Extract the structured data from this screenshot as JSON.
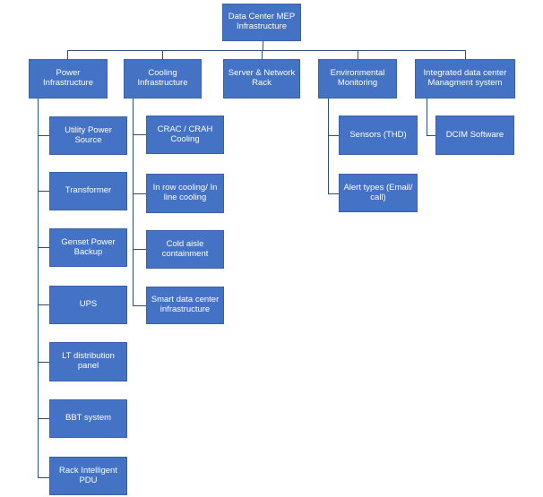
{
  "colors": {
    "node_fill": "#4472C4",
    "node_text": "#FFFFFF",
    "connector": "#2F4F7A"
  },
  "root": {
    "label": "Data Center MEP Infrastructure"
  },
  "branches": [
    {
      "label": "Power Infrastructure",
      "children": [
        {
          "label": "Utility Power Source"
        },
        {
          "label": "Transformer"
        },
        {
          "label": "Genset Power Backup"
        },
        {
          "label": "UPS"
        },
        {
          "label": "LT distribution panel"
        },
        {
          "label": "BBT system"
        },
        {
          "label": "Rack Intelligent PDU"
        }
      ]
    },
    {
      "label": "Cooling Infrastructure",
      "children": [
        {
          "label": "CRAC / CRAH Cooling"
        },
        {
          "label": "In row cooling/ In line cooling"
        },
        {
          "label": "Cold aisle containment"
        },
        {
          "label": "Smart data center infrastructure"
        }
      ]
    },
    {
      "label": "Server & Network Rack",
      "children": []
    },
    {
      "label": "Environmental Monitoring",
      "children": [
        {
          "label": "Sensors (THD)"
        },
        {
          "label": "Alert types (Email/ call)"
        }
      ]
    },
    {
      "label": "Integrated data center Managment system",
      "children": [
        {
          "label": "DCIM Software"
        }
      ]
    }
  ]
}
